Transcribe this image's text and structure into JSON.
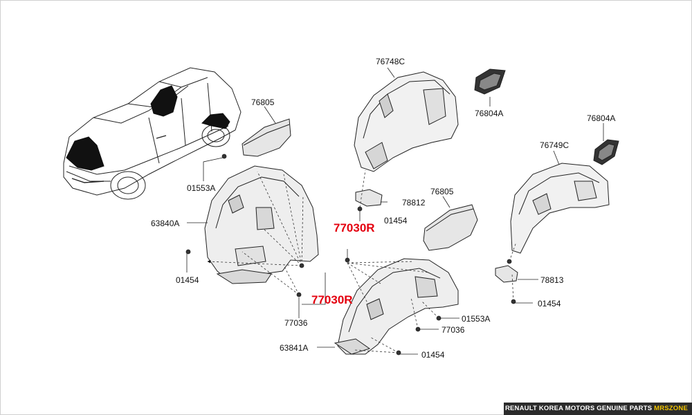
{
  "labels": {
    "p76748c": "76748C",
    "p76804a_top": "76804A",
    "p76804a_right": "76804A",
    "p76805_left": "76805",
    "p76805_right": "76805",
    "p76749c": "76749C",
    "p01553a_left": "01553A",
    "p01553a_bottom": "01553A",
    "p63840a": "63840A",
    "p63841a": "63841A",
    "p01454_left": "01454",
    "p01454_mid": "01454",
    "p01454_right": "01454",
    "p01454_bottom": "01454",
    "p78812": "78812",
    "p78813": "78813",
    "p77036_left": "77036",
    "p77036_right": "77036",
    "highlight_top": "77030R",
    "highlight_bottom": "77030R"
  },
  "footer": {
    "text": "RENAULT KOREA MOTORS GENUINE PARTS",
    "brand": "MRSZONE"
  },
  "colors": {
    "highlight": "#e4000f",
    "footer_bg": "#2b2b2b",
    "footer_brand": "#f2c400",
    "line": "#222222"
  }
}
